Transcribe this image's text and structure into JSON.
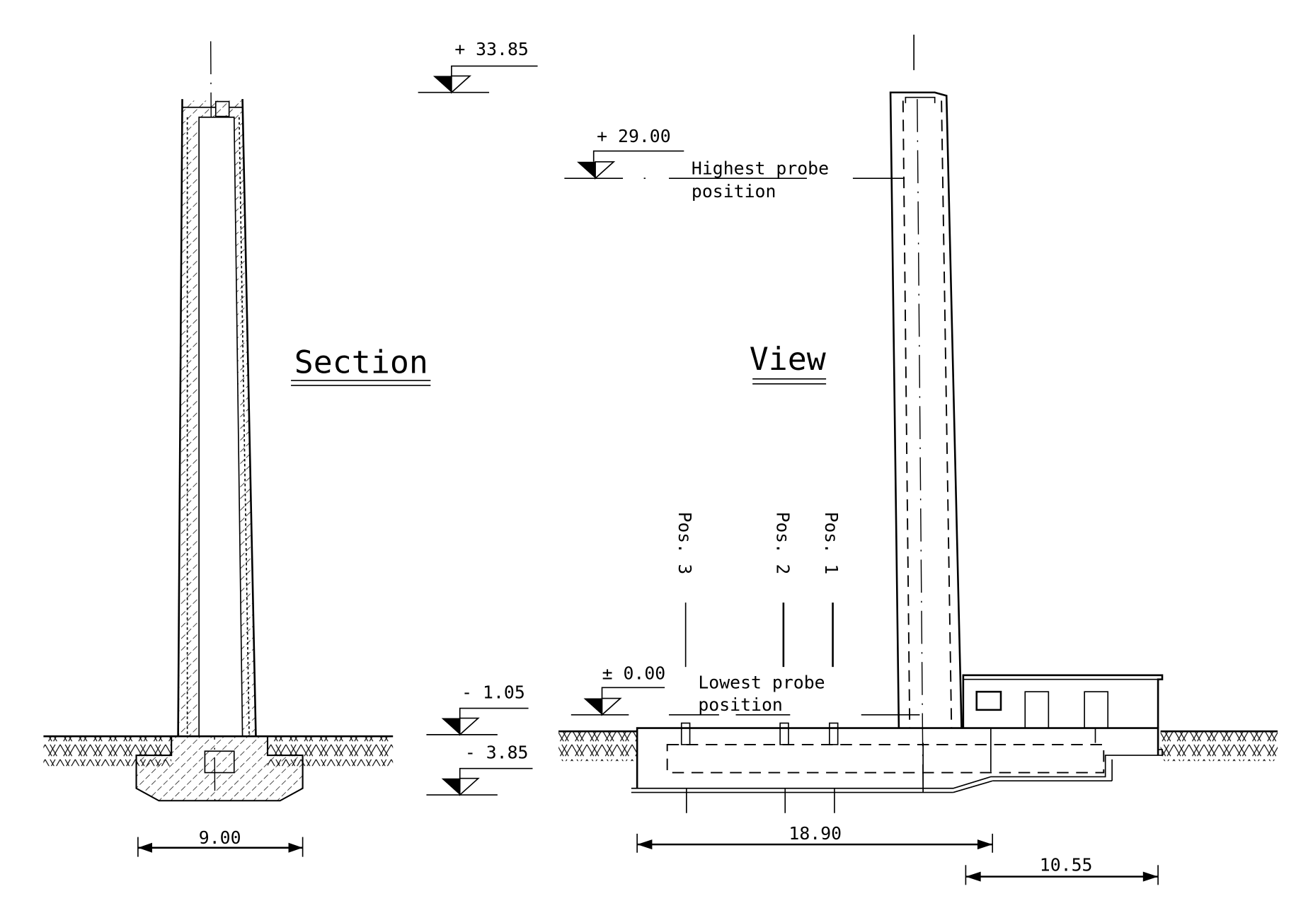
{
  "section": {
    "title": "Section",
    "width_dim": "9.00"
  },
  "view": {
    "title": "View",
    "base_dim": "18.90",
    "building_dim": "10.55"
  },
  "levels": {
    "top": "+ 33.85",
    "highest_probe": "+ 29.00",
    "ground": "± 0.00",
    "foundation_top": "- 1.05",
    "foundation_bottom": "- 3.85"
  },
  "labels": {
    "highest_probe_1": "Highest probe",
    "highest_probe_2": "position",
    "lowest_probe_1": "Lowest probe",
    "lowest_probe_2": "position"
  },
  "positions": [
    "Pos. 1",
    "Pos. 2",
    "Pos. 3"
  ]
}
